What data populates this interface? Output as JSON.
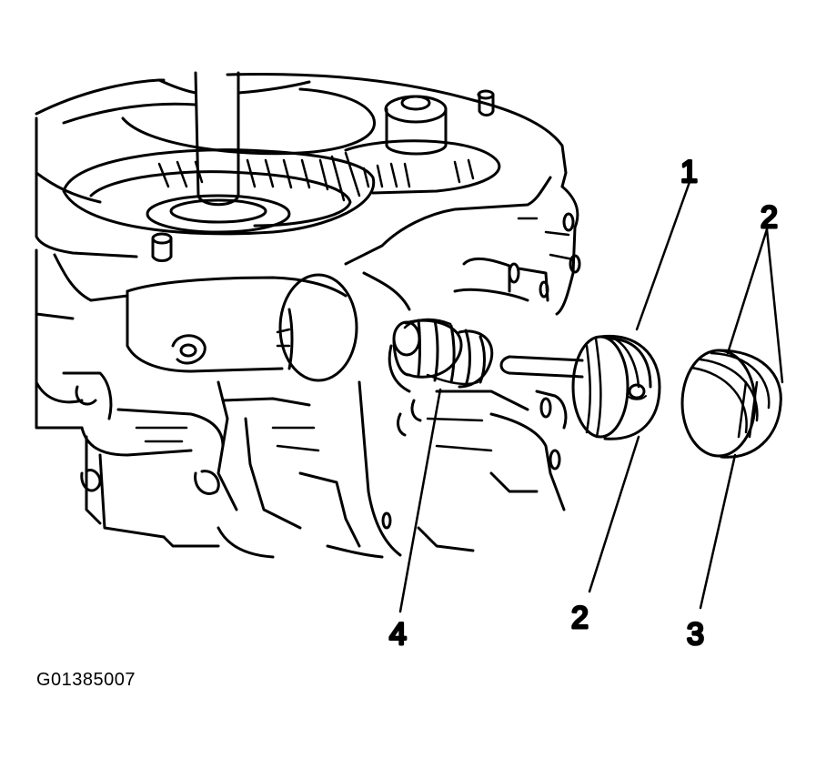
{
  "callouts": {
    "c1": "1",
    "c2_top": "2",
    "c2_bottom": "2",
    "c3": "3",
    "c4": "4"
  },
  "figure_id": "G01385007",
  "colors": {
    "ink": "#000000",
    "paper": "#ffffff"
  }
}
